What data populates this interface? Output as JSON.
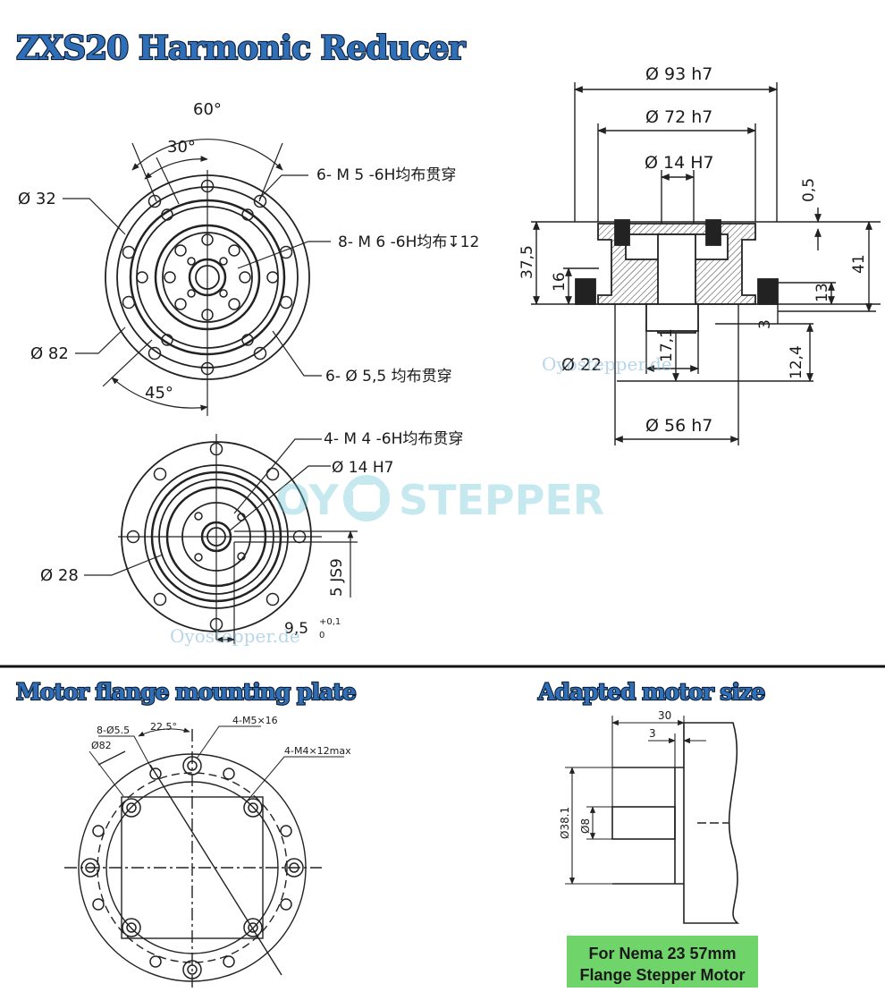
{
  "titles": {
    "main": "ZXS20 Harmonic Reducer",
    "flange": "Motor flange mounting plate",
    "motor": "Adapted motor size"
  },
  "front_view": {
    "angle_60": "60°",
    "angle_30": "30°",
    "angle_45": "45°",
    "d32": "Ø 32",
    "d82": "Ø 82",
    "holes_m5": "6- M 5 -6H均布贯穿",
    "holes_m6": "8- M 6 -6H均布↧12",
    "holes_55": "6- Ø 5,5 均布贯穿"
  },
  "section_view": {
    "d93": "Ø 93 h7",
    "d72": "Ø 72 h7",
    "d14": "Ø 14 H7",
    "d22": "Ø 22",
    "d56": "Ø 56 h7",
    "h05": "0,5",
    "h375": "37,5",
    "h16": "16",
    "h41": "41",
    "h13": "13",
    "h3": "3",
    "h171": "17,1",
    "h124": "12,4"
  },
  "rear_view": {
    "holes_m4": "4- M 4 -6H均布贯穿",
    "d14": "Ø 14 H7",
    "d28": "Ø 28",
    "key_5": "5 JS9",
    "key_95": "9,5",
    "tol_upper": "+0,1",
    "tol_lower": "0"
  },
  "flange_plate": {
    "holes_8": "8-Ø5.5",
    "angle_225": "22.5°",
    "m5x16": "4-M5×16",
    "d82": "Ø82",
    "m4x12": "4-M4×12max"
  },
  "motor_size": {
    "dim_30": "30",
    "dim_3": "3",
    "d381": "Ø38.1",
    "d8": "Ø8",
    "badge_line1": "For Nema 23 57mm",
    "badge_line2": "Flange Stepper Motor",
    "badge_color": "#6fd46a"
  },
  "watermarks": {
    "site": "Oyostepper.de",
    "brand_left": "OY",
    "brand_right": "STEPPER"
  }
}
